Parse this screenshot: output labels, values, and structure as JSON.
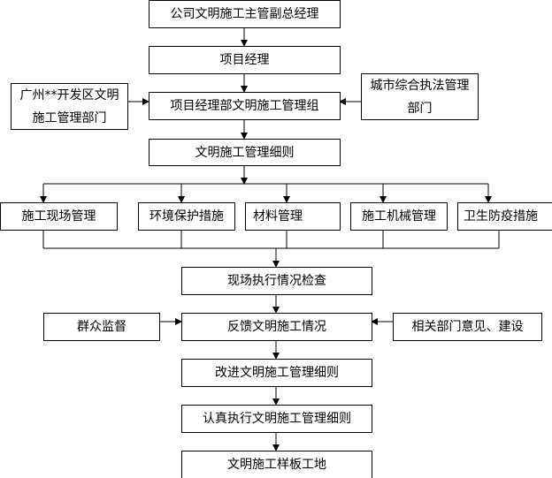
{
  "nodes": {
    "n1": "公司文明施工主管副总经理",
    "n2": "项目经理",
    "n3": "项目经理部文明施工管理组",
    "left_dept": "广州**开发区文明施工管理部门",
    "right_dept": "城市综合执法管理部门",
    "n4": "文明施工管理细则",
    "branches": [
      "施工现场管理",
      "环境保护措施",
      "材料管理",
      "施工机械管理",
      "卫生防疫措施"
    ],
    "n5": "现场执行情况检查",
    "n6": "反馈文明施工情况",
    "public": "群众监督",
    "related": "相关部门意见、建设",
    "n7": "改进文明施工管理细则",
    "n8": "认真执行文明施工管理细则",
    "n9": "文明施工样板工地"
  }
}
